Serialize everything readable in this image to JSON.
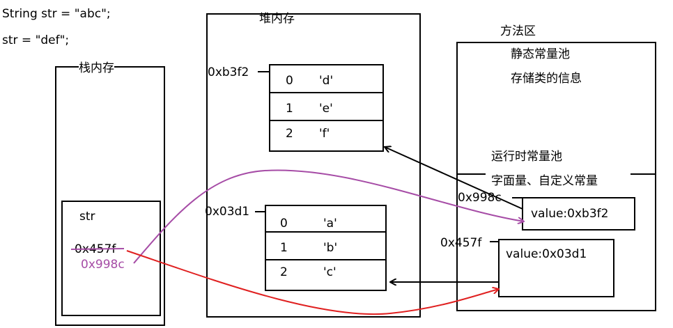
{
  "code": {
    "line1": "String str = \"abc\";",
    "line2": "str = \"def\";"
  },
  "stack": {
    "label": "栈内存",
    "var_name": "str",
    "old_value": "0x457f",
    "new_value": "0x998c"
  },
  "heap": {
    "label": "堆内存",
    "array_def": {
      "address": "0xb3f2",
      "rows": [
        {
          "index": "0",
          "value": "'d'"
        },
        {
          "index": "1",
          "value": "'e'"
        },
        {
          "index": "2",
          "value": "'f'"
        }
      ]
    },
    "array_abc": {
      "address": "0x03d1",
      "rows": [
        {
          "index": "0",
          "value": "'a'"
        },
        {
          "index": "1",
          "value": "'b'"
        },
        {
          "index": "2",
          "value": "'c'"
        }
      ]
    }
  },
  "method_area": {
    "label": "方法区",
    "static_pool": "静态常量池",
    "class_info": "存储类的信息",
    "runtime_pool": "运行时常量池",
    "runtime_desc": "字面量、自定义常量",
    "obj_def": {
      "address": "0x998c",
      "value": "value:0xb3f2"
    },
    "obj_abc": {
      "address": "0x457f",
      "value": "value:0x03d1"
    }
  },
  "colors": {
    "purple": "#a64ca6",
    "red": "#e02020",
    "black": "#000000"
  }
}
